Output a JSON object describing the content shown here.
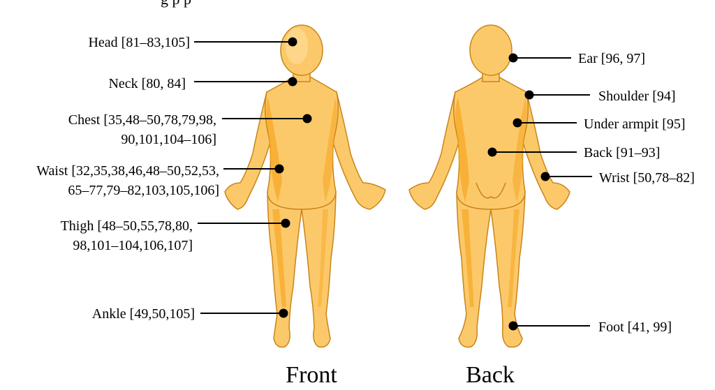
{
  "top_cut_caption": "g      p           p",
  "views": {
    "front": {
      "title": "Front"
    },
    "back": {
      "title": "Back"
    }
  },
  "front_labels": [
    {
      "id": "head",
      "lines": [
        "Head [81–83,105]"
      ]
    },
    {
      "id": "neck",
      "lines": [
        "Neck [80, 84]"
      ]
    },
    {
      "id": "chest",
      "lines": [
        "Chest [35,48–50,78,79,98,",
        "90,101,104–106]"
      ]
    },
    {
      "id": "waist",
      "lines": [
        "Waist [32,35,38,46,48–50,52,53,",
        "65–77,79–82,103,105,106]"
      ]
    },
    {
      "id": "thigh",
      "lines": [
        "Thigh [48–50,55,78,80,",
        "98,101–104,106,107]"
      ]
    },
    {
      "id": "ankle",
      "lines": [
        "Ankle [49,50,105]"
      ]
    }
  ],
  "back_labels": [
    {
      "id": "ear",
      "lines": [
        "Ear [96, 97]"
      ]
    },
    {
      "id": "shoulder",
      "lines": [
        "Shoulder  [94]"
      ]
    },
    {
      "id": "under-armpit",
      "lines": [
        "Under armpit  [95]"
      ]
    },
    {
      "id": "back",
      "lines": [
        "Back [91–93]"
      ]
    },
    {
      "id": "wrist",
      "lines": [
        "Wrist  [50,78–82]"
      ]
    },
    {
      "id": "foot",
      "lines": [
        "Foot [41, 99]"
      ]
    }
  ],
  "colors": {
    "body_fill": "#fcc96a",
    "body_shade": "#f7a826",
    "body_outline": "#c88418",
    "marker": "#000000",
    "leader_line": "#000000"
  }
}
